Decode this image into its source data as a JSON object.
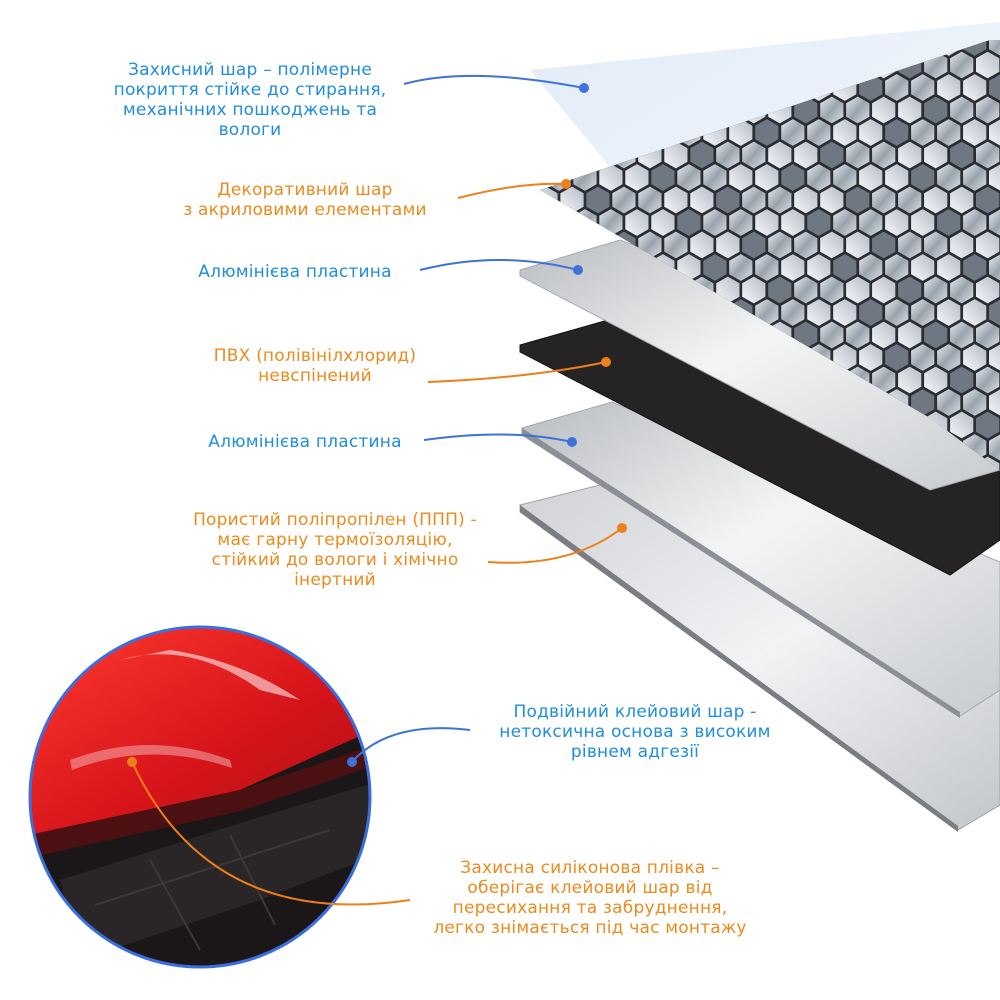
{
  "colors": {
    "blue_label": "#1f8de0",
    "orange_label": "#ee8a1c",
    "blue_line": "#3d72d9",
    "orange_line": "#ef7f1a",
    "circle_ring": "#3b6fe0",
    "red_film": "#e3191e",
    "dark_layer": "#231f20"
  },
  "labels": {
    "protective": [
      "Захисний шар – полімерне",
      "покриття стійке до стирання,",
      "механічних пошкоджень та",
      "вологи"
    ],
    "decorative": [
      "Декоративний шар",
      "з акриловими елементами"
    ],
    "aluminum_top": [
      "Алюмінієва пластина"
    ],
    "pvc": [
      "ПВХ (полівінілхлорид)",
      "невспінений"
    ],
    "aluminum_bottom": [
      "Алюмінієва пластина"
    ],
    "polypropylene": [
      "Пористий поліпропілен (ППП) -",
      "має гарну термоїзоляцію,",
      "стійкий до вологи і хімічно",
      "інертний"
    ],
    "adhesive": [
      "Подвійний клейовий шар -",
      "нетоксична основа з високим",
      "рівнем адгезії"
    ],
    "silicone": [
      "Захисна силіконова плівка –",
      "оберігає клейовий шар від",
      "пересихання та забруднення,",
      "легко знімається під час монтажу"
    ]
  },
  "icons": {
    "tiles": "hexagon-mosaic-icon",
    "markers": "dot-marker-icon"
  }
}
